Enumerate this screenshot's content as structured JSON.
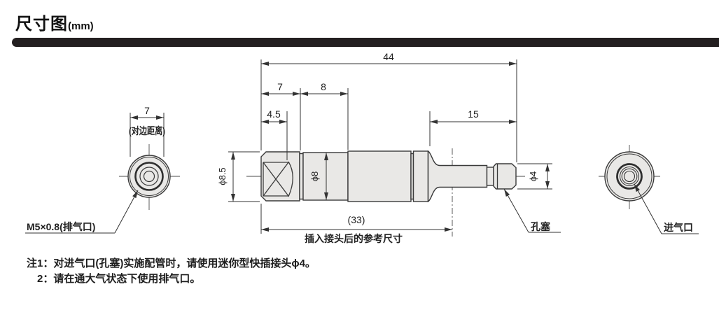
{
  "header": {
    "title": "尺寸图",
    "unit": "(mm)"
  },
  "diagram": {
    "left_view": {
      "dim_across_flats": "7",
      "dim_across_flats_note": "(对边距离)",
      "port_label": "M5×0.8(排气口)"
    },
    "side_view": {
      "dim_total_length": "44",
      "dim_hex_length": "7",
      "dim_mid_length": "8",
      "dim_chamfer_length": "4.5",
      "dim_plug_length": "15",
      "dim_body_diameter": "ϕ8.5",
      "dim_mid_diameter": "ϕ8",
      "dim_plug_diameter": "ϕ4",
      "dim_inserted_length": "(33)",
      "inserted_caption": "插入接头后的参考尺寸",
      "plug_label": "孔塞"
    },
    "right_view": {
      "port_label": "进气口"
    }
  },
  "notes": {
    "note1": "注1：对进气口(孔塞)实施配管时，请使用迷你型快插接头ϕ4。",
    "note2": "2：请在通大气状态下使用排气口。"
  },
  "colors": {
    "section_bar": "#231f20",
    "line": "#3a3a3a",
    "part_fill": "#e9e8e6"
  }
}
